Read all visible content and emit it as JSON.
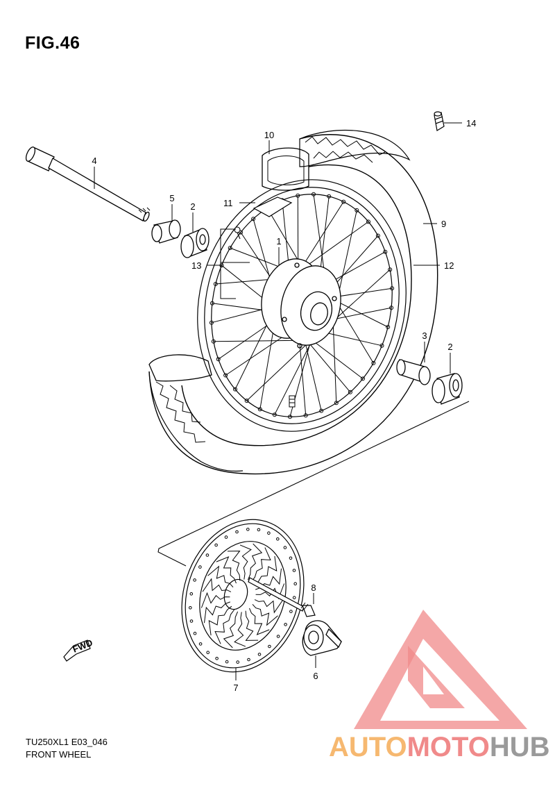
{
  "figure": {
    "title": "FIG.46"
  },
  "callouts": {
    "c1": "1",
    "c2a": "2",
    "c2b": "2",
    "c3": "3",
    "c4": "4",
    "c5": "5",
    "c6": "6",
    "c7": "7",
    "c8": "8",
    "c9": "9",
    "c10": "10",
    "c11": "11",
    "c12": "12",
    "c13": "13",
    "c14": "14"
  },
  "badges": {
    "fwd": "FWD"
  },
  "footer": {
    "code": "TU250XL1 E03_046",
    "caption": "FRONT WHEEL"
  },
  "watermark": {
    "part1": "AUTO",
    "part2": "MOTO",
    "part3": "HUB",
    "color_a": "#f6b870",
    "color_b": "#f08a8a",
    "color_c": "#9a9a9a"
  }
}
